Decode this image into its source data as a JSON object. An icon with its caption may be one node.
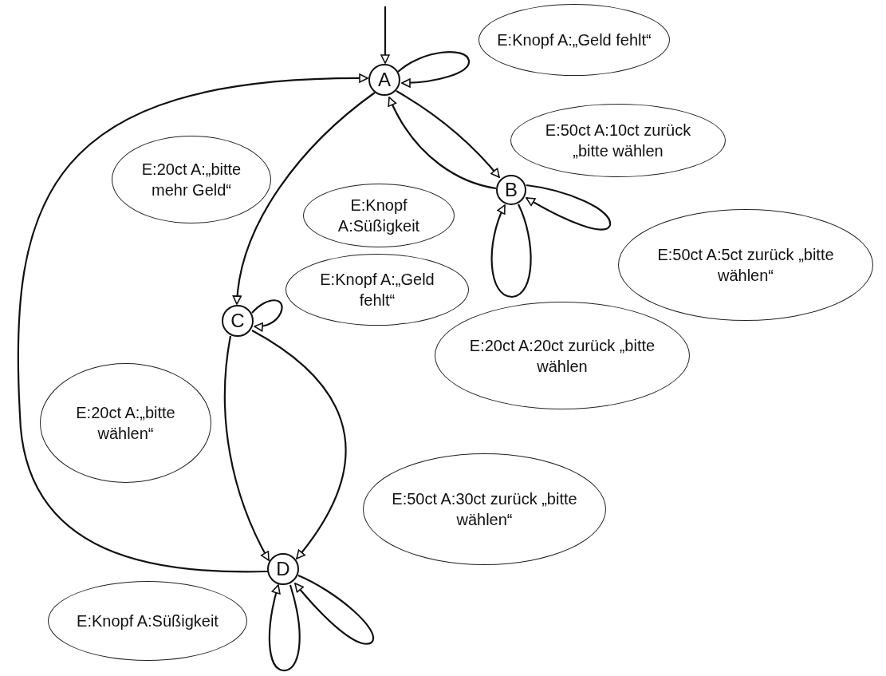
{
  "diagram": {
    "nodes": [
      {
        "text": [
          "A"
        ]
      },
      {
        "text": [
          "B"
        ]
      },
      {
        "text": [
          "C"
        ]
      },
      {
        "text": [
          "D"
        ]
      }
    ],
    "edges": [
      {
        "from": null,
        "to": 0,
        "arrow": "to"
      },
      {
        "from": 0,
        "to": 0,
        "arrow": "to",
        "label": "E:Knopf A:„Geld fehlt“"
      },
      {
        "from": 0,
        "to": 1,
        "arrow": "to",
        "label": "E:50ct A:10ct zurück „bitte wählen"
      },
      {
        "from": 1,
        "to": 0,
        "arrow": "to",
        "label": "E:Knopf A:Süßigkeit"
      },
      {
        "from": 1,
        "to": 1,
        "arrow": "to",
        "label": "E:50ct A:5ct zurück „bitte wählen“"
      },
      {
        "from": 1,
        "to": 1,
        "arrow": "to",
        "label": "E:20ct A:20ct zurück „bitte wählen"
      },
      {
        "from": 0,
        "to": 2,
        "arrow": "to",
        "label": "E:20ct A:„bitte mehr Geld“"
      },
      {
        "from": 2,
        "to": 2,
        "arrow": "to",
        "label": "E:Knopf A:„Geld fehlt“"
      },
      {
        "from": 2,
        "to": 3,
        "arrow": "to",
        "label": "E:20ct A:„bitte wählen“"
      },
      {
        "from": 2,
        "to": 3,
        "arrow": "to",
        "label": "E:50ct A:30ct zurück „bitte wählen“"
      },
      {
        "from": 3,
        "to": 0,
        "arrow": "to",
        "label": "E:Knopf A:Süßigkeit"
      },
      {
        "from": 3,
        "to": 3,
        "arrow": "to"
      },
      {
        "from": 3,
        "to": 3,
        "arrow": "to"
      }
    ]
  }
}
